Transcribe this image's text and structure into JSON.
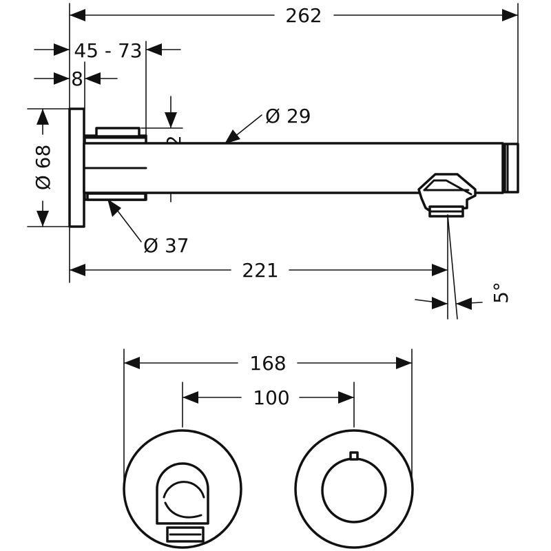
{
  "diagram": {
    "side_view": {
      "overall_length": "262",
      "wall_depth": "45 - 73",
      "rosette_thickness": "8",
      "rosette_diameter": "Ø 68",
      "spout_diameter": "Ø 29",
      "spout_height": "22",
      "sleeve_diameter": "Ø 37",
      "projection": "221",
      "angle": "5°"
    },
    "front_view": {
      "overall_width": "168",
      "center_distance": "100"
    }
  }
}
